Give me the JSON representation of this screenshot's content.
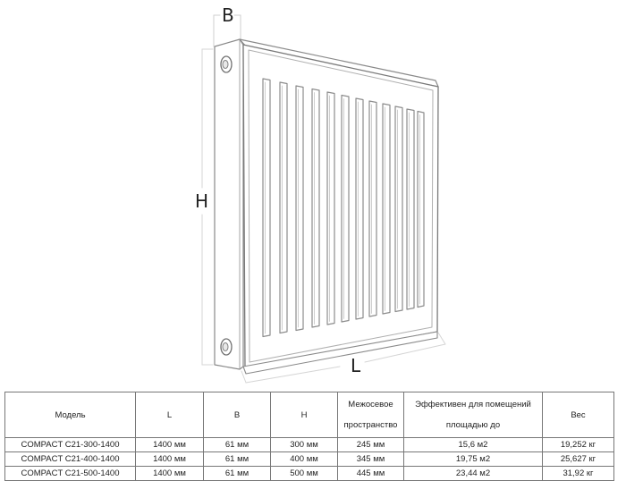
{
  "drawing": {
    "labels": {
      "width": "B",
      "height": "H",
      "length": "L"
    },
    "fin_count": 12
  },
  "table": {
    "headers": {
      "model": "Модель",
      "L": "L",
      "B": "B",
      "H": "H",
      "spacing_l1": "Межосевое",
      "spacing_l2": "пространство",
      "effective_l1": "Эффективен для помещений",
      "effective_l2": "площадью до",
      "weight": "Вес"
    },
    "rows": [
      {
        "model": "COMPACT C21-300-1400",
        "L": "1400 мм",
        "B": "61 мм",
        "H": "300 мм",
        "spacing": "245 мм",
        "area": "15,6 м2",
        "weight": "19,252 кг"
      },
      {
        "model": "COMPACT C21-400-1400",
        "L": "1400 мм",
        "B": "61 мм",
        "H": "400 мм",
        "spacing": "345 мм",
        "area": "19,75 м2",
        "weight": "25,627 кг"
      },
      {
        "model": "COMPACT C21-500-1400",
        "L": "1400 мм",
        "B": "61 мм",
        "H": "500 мм",
        "spacing": "445 мм",
        "area": "23,44 м2",
        "weight": "31,92 кг"
      }
    ]
  }
}
